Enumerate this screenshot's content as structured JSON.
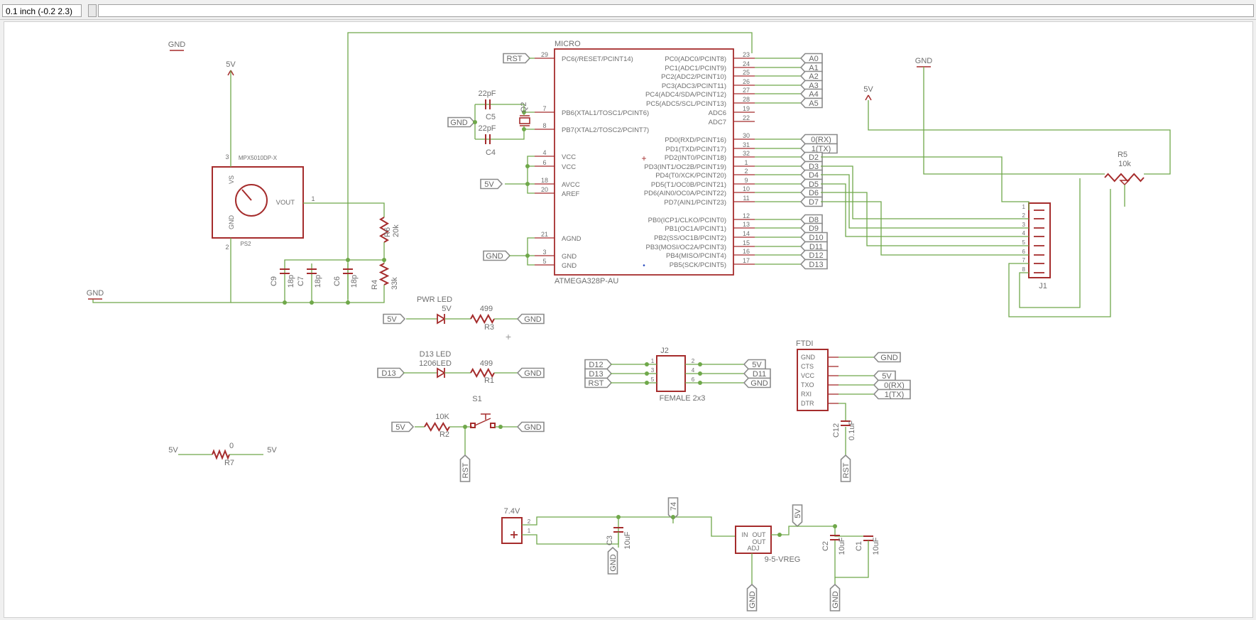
{
  "toolbar": {
    "coordinate": "0.1 inch (-0.2 2.3)",
    "command_value": ""
  },
  "colors": {
    "wire": "#6fa84a",
    "part": "#a52c2c",
    "label": "#8a8a8a",
    "text": "#6e6e6e"
  },
  "micro": {
    "name": "MICRO",
    "value": "ATMEGA328P-AU",
    "left_pins": [
      {
        "num": "29",
        "name": "PC6(/RESET/PCINT14)"
      },
      {
        "num": "7",
        "name": "PB6(XTAL1/TOSC1/PCINT6)"
      },
      {
        "num": "8",
        "name": "PB7(XTAL2/TOSC2/PCINT7)"
      },
      {
        "num": "4",
        "name": "VCC"
      },
      {
        "num": "6",
        "name": "VCC"
      },
      {
        "num": "18",
        "name": "AVCC"
      },
      {
        "num": "20",
        "name": "AREF"
      },
      {
        "num": "21",
        "name": "AGND"
      },
      {
        "num": "3",
        "name": "GND"
      },
      {
        "num": "5",
        "name": "GND"
      }
    ],
    "right_pins": [
      {
        "num": "23",
        "name": "PC0(ADC0/PCINT8)",
        "net": "A0"
      },
      {
        "num": "24",
        "name": "PC1(ADC1/PCINT9)",
        "net": "A1"
      },
      {
        "num": "25",
        "name": "PC2(ADC2/PCINT10)",
        "net": "A2"
      },
      {
        "num": "26",
        "name": "PC3(ADC3/PCINT11)",
        "net": "A3"
      },
      {
        "num": "27",
        "name": "PC4(ADC4/SDA/PCINT12)",
        "net": "A4"
      },
      {
        "num": "28",
        "name": "PC5(ADC5/SCL/PCINT13)",
        "net": "A5"
      },
      {
        "num": "19",
        "name": "ADC6",
        "net": ""
      },
      {
        "num": "22",
        "name": "ADC7",
        "net": ""
      },
      {
        "num": "30",
        "name": "PD0(RXD/PCINT16)",
        "net": "0(RX)"
      },
      {
        "num": "31",
        "name": "PD1(TXD/PCINT17)",
        "net": "1(TX)"
      },
      {
        "num": "32",
        "name": "PD2(INT0/PCINT18)",
        "net": "D2"
      },
      {
        "num": "1",
        "name": "PD3(INT1/OC2B/PCINT19)",
        "net": "D3"
      },
      {
        "num": "2",
        "name": "PD4(T0/XCK/PCINT20)",
        "net": "D4"
      },
      {
        "num": "9",
        "name": "PD5(T1/OC0B/PCINT21)",
        "net": "D5"
      },
      {
        "num": "10",
        "name": "PD6(AIN0/OC0A/PCINT22)",
        "net": "D6"
      },
      {
        "num": "11",
        "name": "PD7(AIN1/PCINT23)",
        "net": "D7"
      },
      {
        "num": "12",
        "name": "PB0(ICP1/CLKO/PCINT0)",
        "net": "D8"
      },
      {
        "num": "13",
        "name": "PB1(OC1A/PCINT1)",
        "net": "D9"
      },
      {
        "num": "14",
        "name": "PB2(SS/OC1B/PCINT2)",
        "net": "D10"
      },
      {
        "num": "15",
        "name": "PB3(MOSI/OC2A/PCINT3)",
        "net": "D11"
      },
      {
        "num": "16",
        "name": "PB4(MISO/PCINT4)",
        "net": "D12"
      },
      {
        "num": "17",
        "name": "PB5(SCK/PCINT5)",
        "net": "D13"
      }
    ]
  },
  "nets": {
    "gnd": "GND",
    "v5": "5V",
    "rst": "RST",
    "d12": "D12",
    "d13": "D13",
    "d11": "D11",
    "rx": "0(RX)",
    "tx": "1(TX)",
    "v74": "7.4V",
    "n74": "74"
  },
  "parts": {
    "c5": {
      "name": "C5",
      "value": "22pF"
    },
    "c4": {
      "name": "C4",
      "value": "22pF"
    },
    "q2": {
      "name": "Q2"
    },
    "sensor": {
      "name": "PS2",
      "value": "MPX5010DP-X",
      "pin_vs": "VS",
      "pin_gnd": "GND",
      "pin_vout": "VOUT",
      "p3": "3",
      "p2": "2",
      "p1": "1"
    },
    "r6": {
      "name": "R6",
      "value": "20k"
    },
    "r4": {
      "name": "R4",
      "value": "33k"
    },
    "c9": {
      "name": "C9",
      "value": "18p"
    },
    "c7": {
      "name": "C7",
      "value": "18p"
    },
    "c6": {
      "name": "C6",
      "value": "18p"
    },
    "pwr_led": {
      "name": "PWR LED",
      "value": "5V"
    },
    "r3": {
      "name": "R3",
      "value": "499"
    },
    "d13_led": {
      "name": "D13 LED",
      "value": "1206LED"
    },
    "r1": {
      "name": "R1",
      "value": "499"
    },
    "s1": {
      "name": "S1"
    },
    "r2": {
      "name": "R2",
      "value": "10K"
    },
    "r7": {
      "name": "R7",
      "value": "0"
    },
    "j2": {
      "name": "J2",
      "value": "FEMALE 2x3",
      "pins": [
        "1",
        "2",
        "3",
        "4",
        "5",
        "6"
      ]
    },
    "ftdi": {
      "name": "FTDI",
      "pins": [
        "GND",
        "CTS",
        "VCC",
        "TXO",
        "RXI",
        "DTR"
      ]
    },
    "c12": {
      "name": "C12",
      "value": "0.1uF"
    },
    "j1": {
      "name": "J1",
      "pins": [
        "1",
        "2",
        "3",
        "4",
        "5",
        "6",
        "7",
        "8"
      ]
    },
    "r5": {
      "name": "R5",
      "value": "10k"
    },
    "c3": {
      "name": "C3",
      "value": "10uF"
    },
    "vreg": {
      "value": "9-5-VREG",
      "pin_in": "IN",
      "pin_out": "OUT",
      "pin_out2": "OUT",
      "pin_adj": "ADJ"
    },
    "c2": {
      "name": "C2",
      "value": "10uF"
    },
    "c1": {
      "name": "C1",
      "value": "10uF"
    },
    "batt": {
      "name": "7.4V",
      "p2": "2",
      "p1": "1"
    }
  }
}
